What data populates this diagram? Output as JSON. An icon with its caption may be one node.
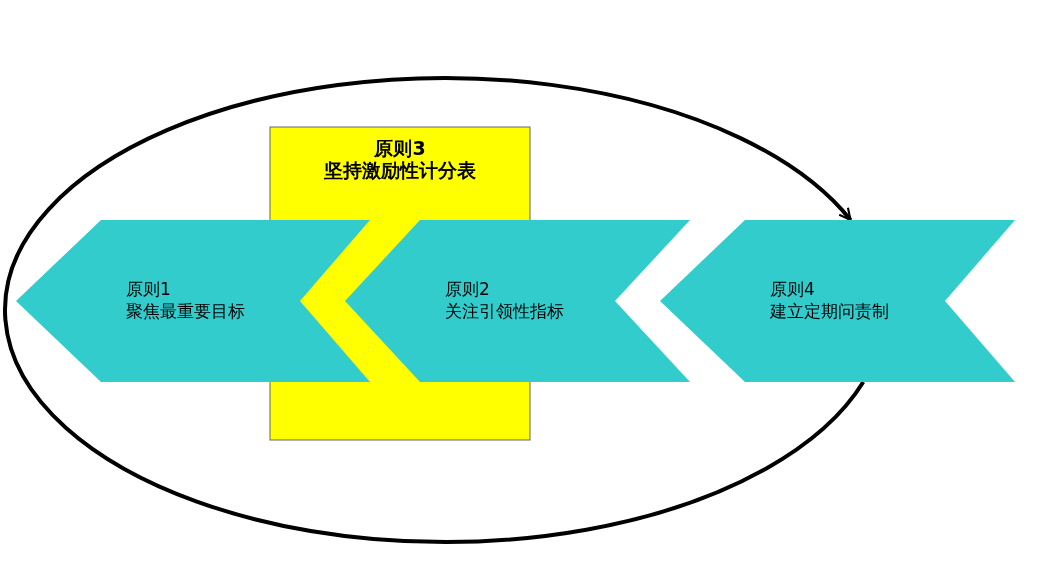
{
  "diagram": {
    "nodes": [
      {
        "text": [
          "原则3",
          "坚持激励性计分表"
        ]
      },
      {
        "text": [
          "原则1",
          "聚焦最重要目标"
        ]
      },
      {
        "text": [
          "原则2",
          "关注引领性指标"
        ]
      },
      {
        "text": [
          "原则4",
          "建立定期问责制"
        ]
      }
    ],
    "edges": [
      {
        "from": 3,
        "to": 3,
        "arrow": "to"
      }
    ]
  }
}
